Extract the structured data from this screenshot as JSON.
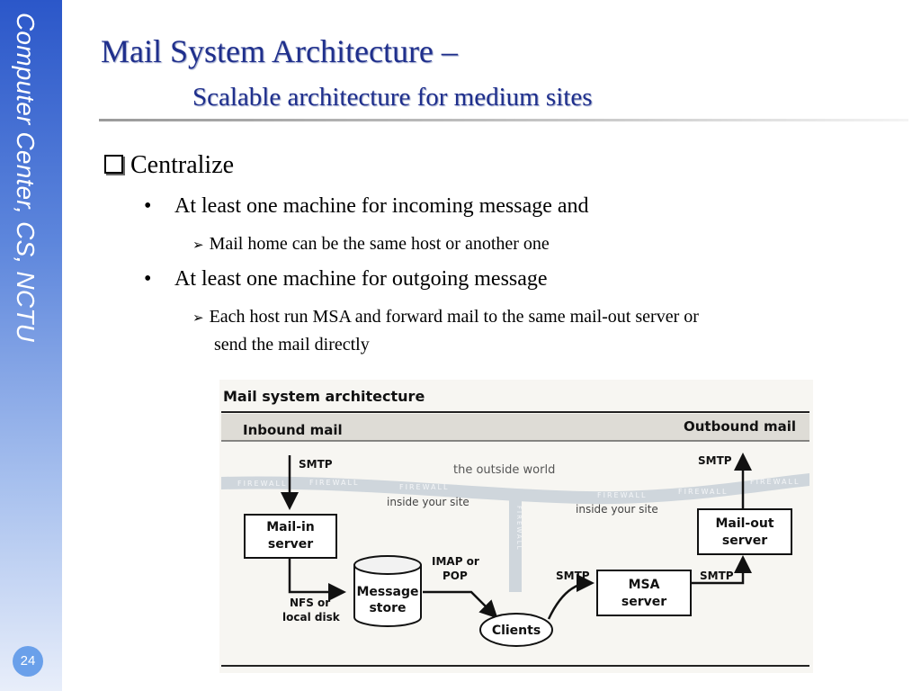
{
  "sidebar": {
    "label": "Computer Center, CS, NCTU"
  },
  "page_number": "24",
  "title": {
    "line1": "Mail System Architecture –",
    "line2": "Scalable architecture for medium sites"
  },
  "bullets": {
    "level1": "Centralize",
    "items": [
      {
        "text": "At least one machine for incoming message and",
        "sub": [
          "Mail home can be the same host or another one"
        ]
      },
      {
        "text": "At least one machine for outgoing message",
        "sub": [
          "Each host run MSA and forward mail to the same mail-out server or",
          "send the mail directly"
        ]
      }
    ]
  },
  "figure": {
    "title": "Mail system architecture",
    "inbound": "Inbound mail",
    "outbound": "Outbound mail",
    "smtp": "SMTP",
    "outside": "the outside world",
    "inside_left": "inside your site",
    "inside_right": "inside your site",
    "firewall_label": "FIREWALL",
    "mail_in": [
      "Mail-in",
      "server"
    ],
    "mail_out": [
      "Mail-out",
      "server"
    ],
    "message_store": [
      "Message",
      "store"
    ],
    "msa": [
      "MSA",
      "server"
    ],
    "clients": "Clients",
    "imap": [
      "IMAP or",
      "POP"
    ],
    "nfs": [
      "NFS or",
      "local disk"
    ]
  }
}
